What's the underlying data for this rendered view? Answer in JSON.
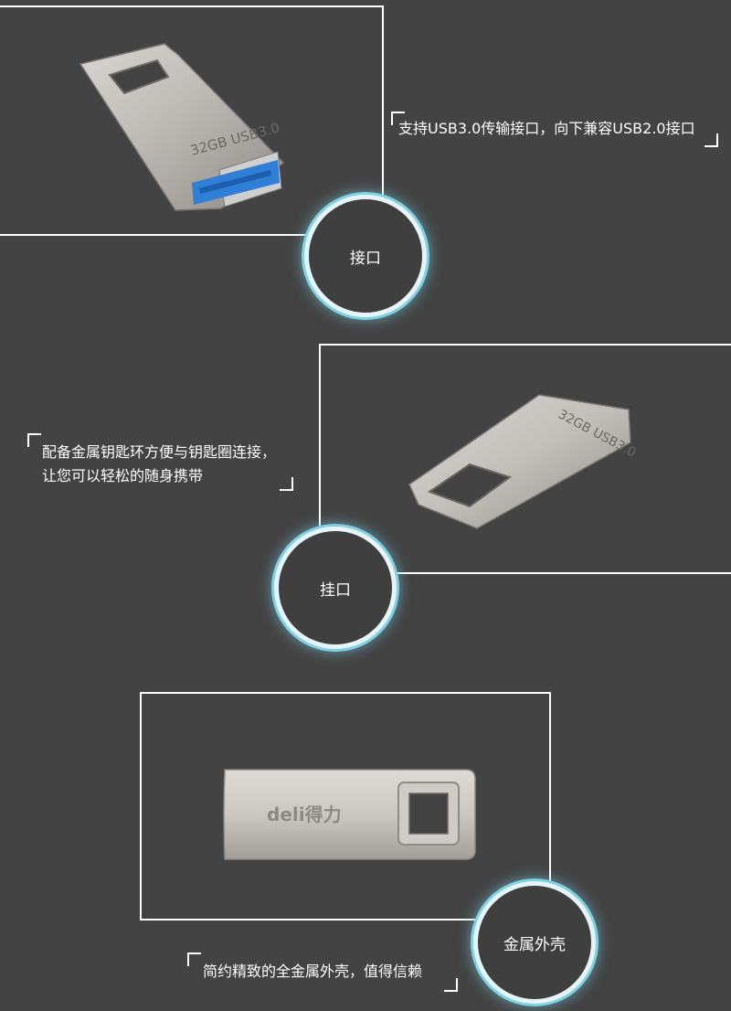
{
  "sections": [
    {
      "badge": "接口",
      "caption_lines": [
        "支持USB3.0传输接口，向下兼容USB2.0接口"
      ],
      "drive_label": "32GB USB3.0"
    },
    {
      "badge": "挂口",
      "caption_lines": [
        "配备金属钥匙环方便与钥匙圈连接，",
        "让您可以轻松的随身携带"
      ],
      "drive_label": "32GB USB3.0"
    },
    {
      "badge": "金属外壳",
      "caption_lines": [
        "简约精致的全金属外壳，值得信赖"
      ],
      "brand_logo": "deli得力"
    }
  ],
  "colors": {
    "background": "#434343",
    "frame": "#ffffff",
    "badge_ring": "#7fd0e3",
    "usb_blue": "#2f7fd6"
  }
}
